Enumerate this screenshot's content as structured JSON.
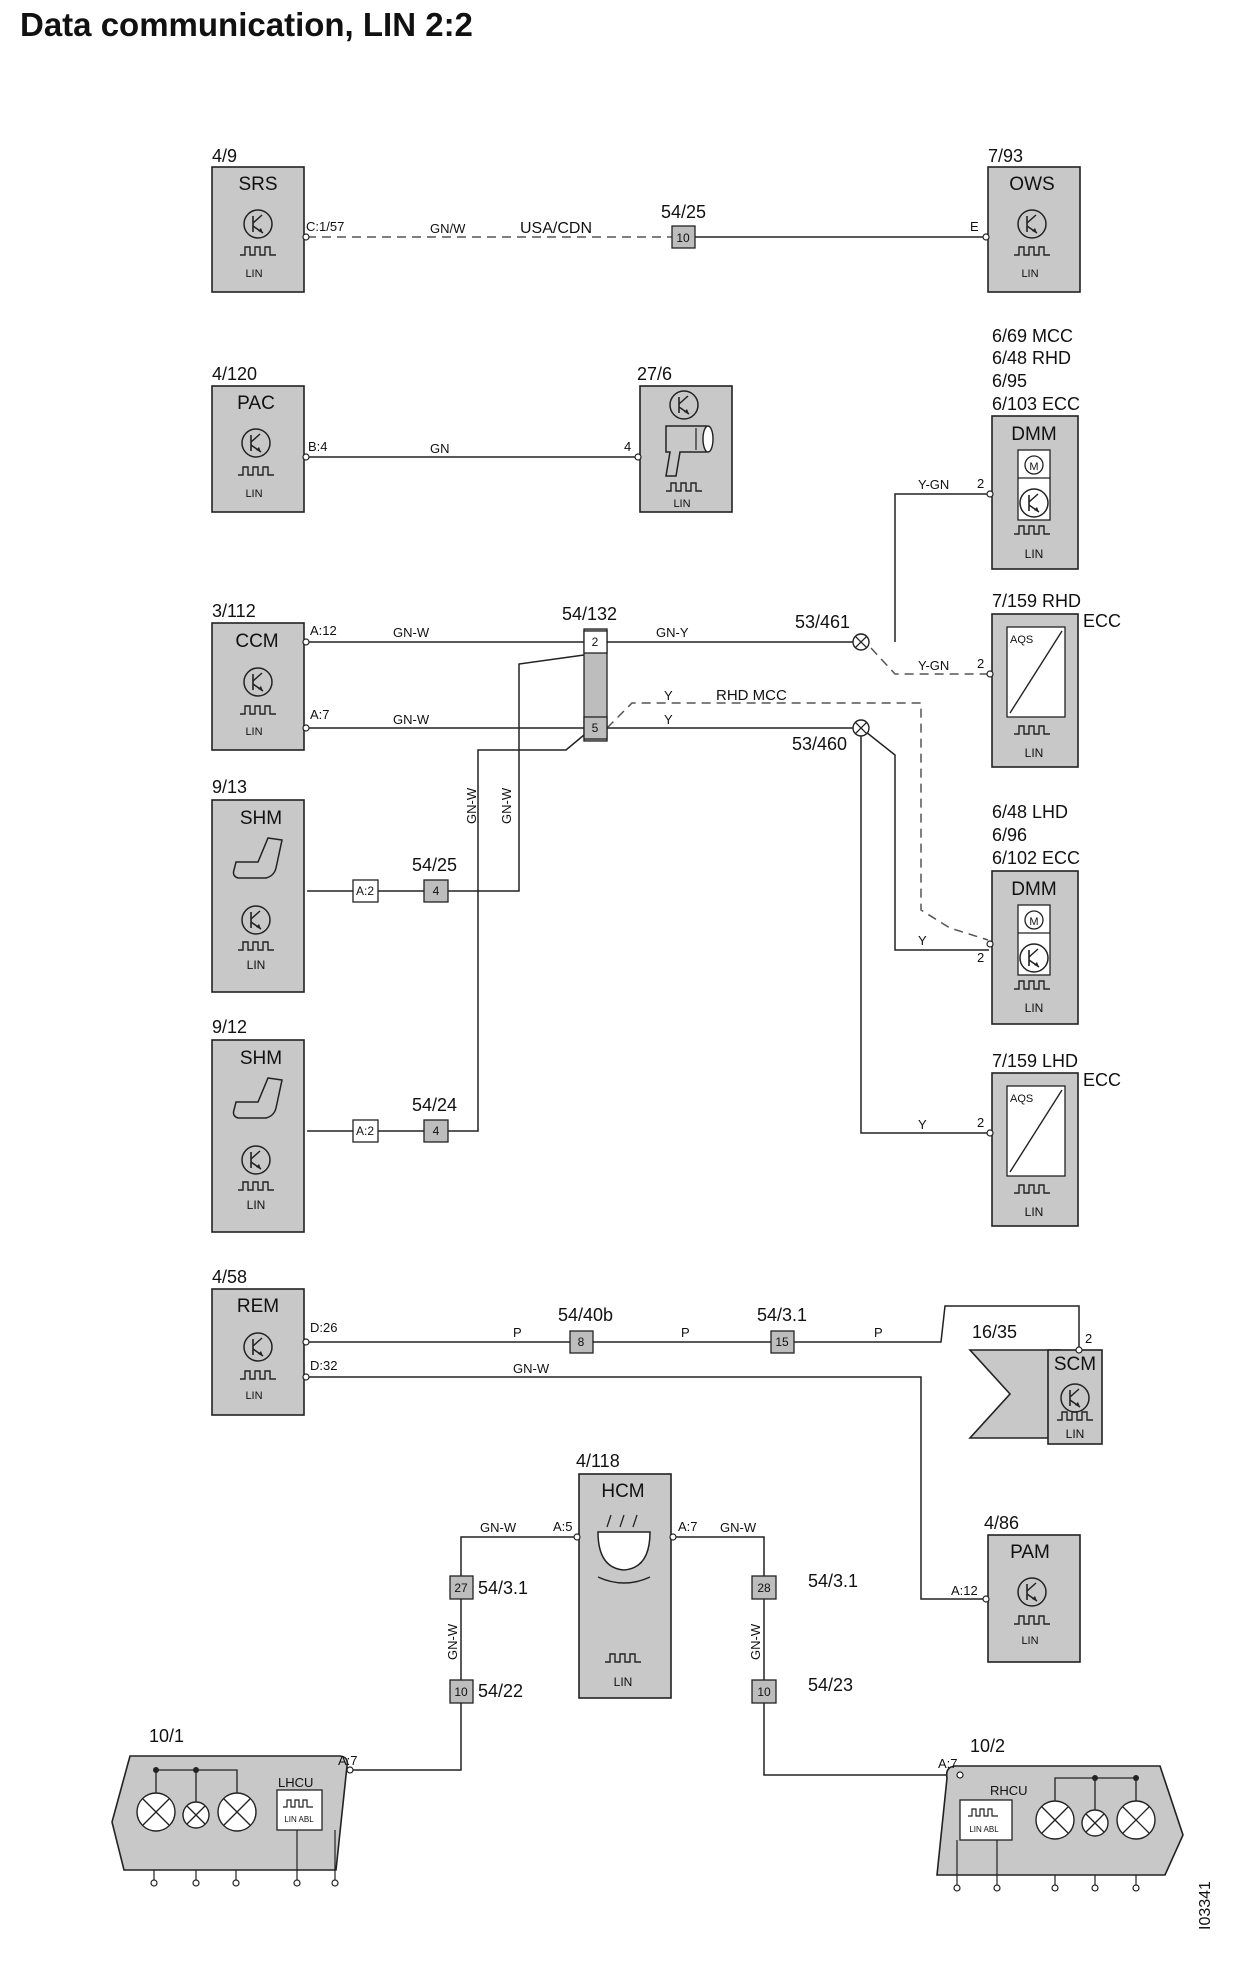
{
  "title": "Data communication, LIN 2:2",
  "drawing_id": "I03341",
  "components": {
    "srs": {
      "id": "4/9",
      "name": "SRS",
      "pin": "C:1/57",
      "lin": "LIN"
    },
    "ows": {
      "id": "7/93",
      "name": "OWS",
      "pin": "E",
      "lin": "LIN"
    },
    "pac": {
      "id": "4/120",
      "name": "PAC",
      "pin": "B:4",
      "lin": "LIN"
    },
    "blower": {
      "id": "27/6",
      "pin": "4",
      "lin": "LIN"
    },
    "dmm_r": {
      "ids": [
        "6/69 MCC",
        "6/48 RHD",
        "6/95",
        "6/103 ECC"
      ],
      "name": "DMM",
      "pin": "2",
      "lin": "LIN"
    },
    "aqs_r": {
      "id": "7/159 RHD",
      "ecc": "ECC",
      "label": "AQS",
      "pin": "2",
      "lin": "LIN"
    },
    "ccm": {
      "id": "3/112",
      "name": "CCM",
      "pin_a12": "A:12",
      "pin_a7": "A:7",
      "lin": "LIN"
    },
    "shm1": {
      "id": "9/13",
      "name": "SHM",
      "pin": "A:2",
      "lin": "LIN"
    },
    "shm2": {
      "id": "9/12",
      "name": "SHM",
      "pin": "A:2",
      "lin": "LIN"
    },
    "dmm_l": {
      "ids": [
        "6/48 LHD",
        "6/96",
        "6/102  ECC"
      ],
      "name": "DMM",
      "pin": "2",
      "lin": "LIN"
    },
    "aqs_l": {
      "id": "7/159 LHD",
      "ecc": "ECC",
      "label": "AQS",
      "pin": "2",
      "lin": "LIN"
    },
    "rem": {
      "id": "4/58",
      "name": "REM",
      "pin_d26": "D:26",
      "pin_d32": "D:32",
      "lin": "LIN"
    },
    "scm": {
      "id": "16/35",
      "name": "SCM",
      "pin": "2",
      "lin": "LIN"
    },
    "hcm": {
      "id": "4/118",
      "name": "HCM",
      "pin_l": "A:5",
      "pin_r": "A:7",
      "lin": "LIN"
    },
    "pam": {
      "id": "4/86",
      "name": "PAM",
      "pin": "A:12",
      "lin": "LIN"
    },
    "lhcu": {
      "id": "10/1",
      "name": "LHCU",
      "sub": "LIN ABL",
      "pin": "A:7"
    },
    "rhcu": {
      "id": "10/2",
      "name": "RHCU",
      "sub": "LIN ABL",
      "pin": "A:7"
    }
  },
  "connectors": {
    "c5425_top": {
      "id": "54/25",
      "pin": "10"
    },
    "c54132": {
      "id": "54/132",
      "pin_a": "2",
      "pin_b": "5"
    },
    "s53461": {
      "id": "53/461"
    },
    "s53460": {
      "id": "53/460"
    },
    "c5425_shm": {
      "id": "54/25",
      "pin": "4"
    },
    "c5424": {
      "id": "54/24",
      "pin": "4"
    },
    "c5440b": {
      "id": "54/40b",
      "pin": "8"
    },
    "c5431_rem": {
      "id": "54/3.1",
      "pin": "15"
    },
    "c5431_l": {
      "id": "54/3.1",
      "pin": "27"
    },
    "c5422": {
      "id": "54/22",
      "pin": "10"
    },
    "c5431_r": {
      "id": "54/3.1",
      "pin": "28"
    },
    "c5423": {
      "id": "54/23",
      "pin": "10"
    }
  },
  "wires": {
    "srs_ows_color": "GN/W",
    "srs_ows_note": "USA/CDN",
    "pac": "GN",
    "ccm_a12": "GN-W",
    "ccm_a7": "GN-W",
    "ygn_dmm": "Y-GN",
    "ygn_aqs": "Y-GN",
    "gny": "GN-Y",
    "y_rhd": "Y",
    "rhd_mcc": "RHD MCC",
    "y_mid": "Y",
    "gnw_v1": "GN-W",
    "gnw_v2": "GN-W",
    "y_dmm_l": "Y",
    "y_aqs_l": "Y",
    "p1": "P",
    "p2": "P",
    "p3": "P",
    "rem_pam": "GN-W",
    "hcm_left": "GN-W",
    "hcm_right": "GN-W",
    "left_vertical": "GN-W",
    "right_vertical": "GN-W"
  }
}
